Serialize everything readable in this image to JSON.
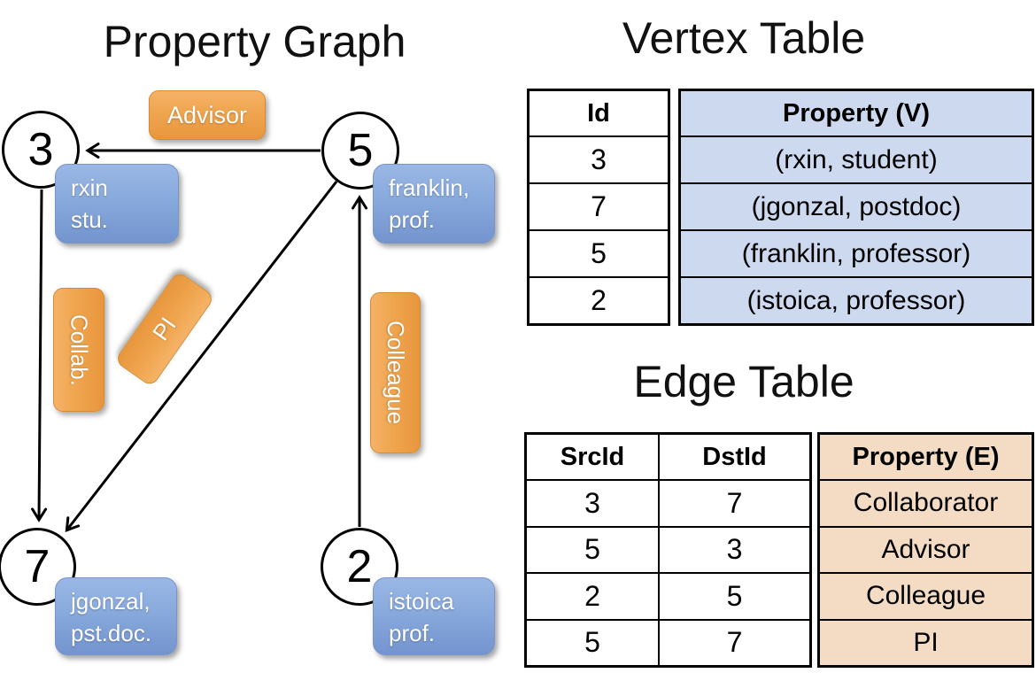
{
  "graph": {
    "title": "Property Graph",
    "vertices": [
      {
        "id": "3",
        "line1": "rxin",
        "line2": "stu."
      },
      {
        "id": "5",
        "line1": "franklin,",
        "line2": "prof."
      },
      {
        "id": "7",
        "line1": "jgonzal,",
        "line2": "pst.doc."
      },
      {
        "id": "2",
        "line1": "istoica",
        "line2": "prof."
      }
    ],
    "edge_labels": {
      "advisor": "Advisor",
      "collab": "Collab.",
      "pi": "PI",
      "colleague": "Colleague"
    }
  },
  "vertex_table": {
    "title": "Vertex Table",
    "columns": [
      "Id",
      "Property (V)"
    ],
    "rows": [
      [
        "3",
        "(rxin, student)"
      ],
      [
        "7",
        "(jgonzal, postdoc)"
      ],
      [
        "5",
        "(franklin, professor)"
      ],
      [
        "2",
        "(istoica, professor)"
      ]
    ]
  },
  "edge_table": {
    "title": "Edge Table",
    "columns": [
      "SrcId",
      "DstId",
      "Property (E)"
    ],
    "rows": [
      [
        "3",
        "7",
        "Collaborator"
      ],
      [
        "5",
        "3",
        "Advisor"
      ],
      [
        "2",
        "5",
        "Colleague"
      ],
      [
        "5",
        "7",
        "PI"
      ]
    ]
  },
  "colors": {
    "edge_label_orange": "#ec9c43",
    "vertex_prop_blue": "#7e9fd4",
    "vertex_table_fill": "#cdd9ef",
    "edge_table_fill": "#f3dcc3"
  }
}
